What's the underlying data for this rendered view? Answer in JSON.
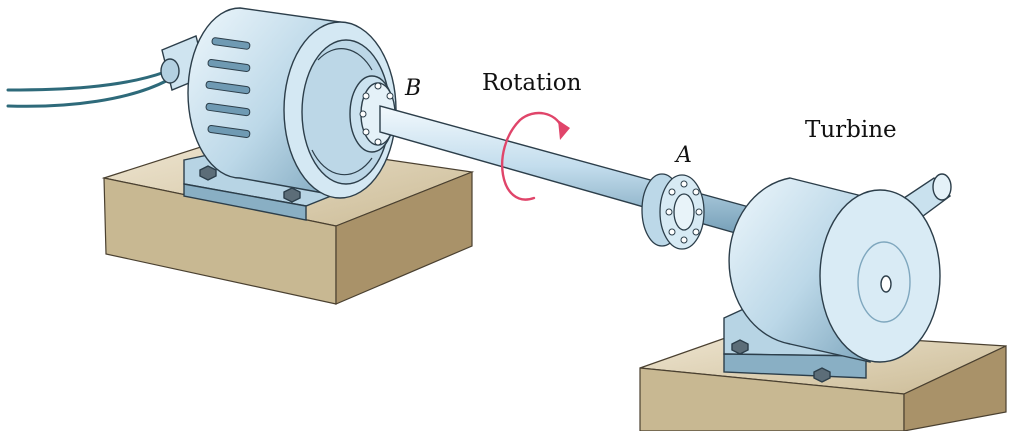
{
  "labels": {
    "rotation": "Rotation",
    "turbine": "Turbine",
    "point_b": "B",
    "point_a": "A"
  },
  "colors": {
    "metal_light": "#e6f2f9",
    "metal_mid": "#b9d6e6",
    "metal_dark": "#6f9ab3",
    "outline": "#2c3e4a",
    "base_top": "#d9cdb2",
    "base_side": "#b7a27a",
    "arrow": "#e0456a",
    "wire": "#2e6a7a"
  }
}
